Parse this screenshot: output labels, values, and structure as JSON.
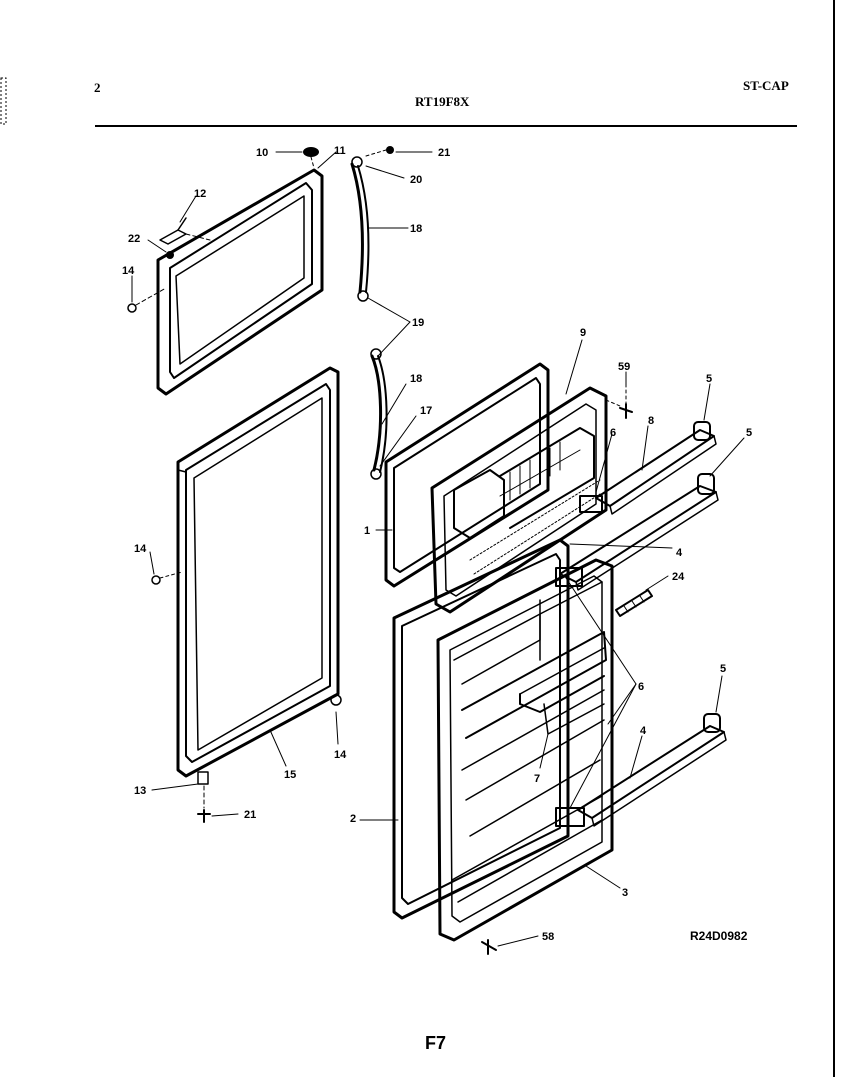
{
  "header": {
    "page_number": "2",
    "model": "RT19F8X",
    "code": "ST-CAP"
  },
  "reference_code": "R24D0982",
  "footer_label": "F7",
  "callouts": {
    "c10": "10",
    "c11": "11",
    "c21a": "21",
    "c20": "20",
    "c12": "12",
    "c22": "22",
    "c18a": "18",
    "c14a": "14",
    "c19": "19",
    "c9": "9",
    "c59": "59",
    "c5a": "5",
    "c18b": "18",
    "c17": "17",
    "c6a": "6",
    "c8": "8",
    "c5b": "5",
    "c1": "1",
    "c14b": "14",
    "c4a": "4",
    "c24": "24",
    "c5c": "5",
    "c6b": "6",
    "c4b": "4",
    "c14c": "14",
    "c7": "7",
    "c15": "15",
    "c13": "13",
    "c21b": "21",
    "c2": "2",
    "c3": "3",
    "c58": "58"
  }
}
